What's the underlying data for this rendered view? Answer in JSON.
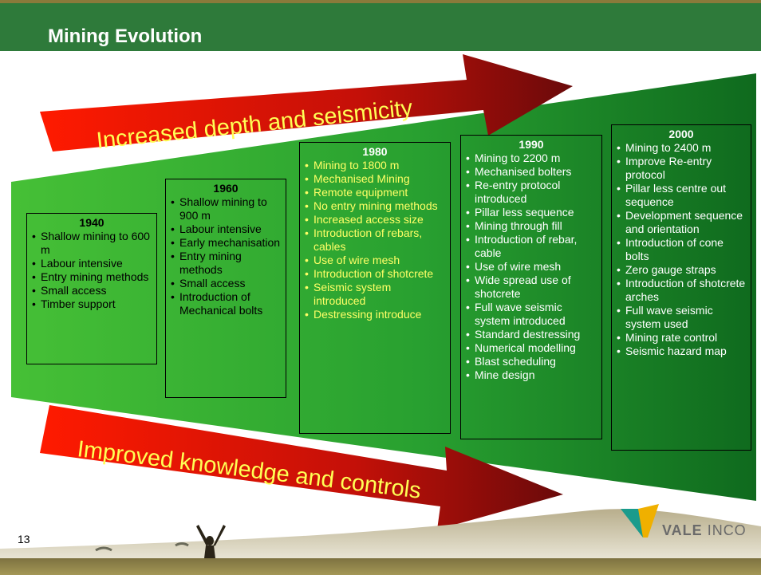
{
  "header": {
    "title": "Mining Evolution"
  },
  "top_arrow": {
    "text": "Increased depth and seismicity"
  },
  "bottom_arrow": {
    "text": "Improved knowledge and controls"
  },
  "page_number": "13",
  "logo": {
    "brand": "VALE",
    "sub": "INCO"
  },
  "eras": [
    {
      "year": "1940",
      "items": [
        "Shallow mining to 600 m",
        "Labour intensive",
        "Entry mining methods",
        "Small access",
        "Timber support"
      ]
    },
    {
      "year": "1960",
      "items": [
        "Shallow mining to 900 m",
        "Labour intensive",
        "Early mechanisation",
        "Entry mining methods",
        "Small access",
        "Introduction of Mechanical bolts"
      ]
    },
    {
      "year": "1980",
      "items": [
        "Mining to 1800 m",
        "Mechanised Mining",
        "Remote equipment",
        "No entry mining methods",
        "Increased access size",
        "Introduction of rebars, cables",
        "Use of wire mesh",
        "Introduction of shotcrete",
        "Seismic system introduced",
        "Destressing introduce"
      ]
    },
    {
      "year": "1990",
      "items": [
        "Mining to 2200 m",
        "Mechanised bolters",
        "Re-entry protocol introduced",
        "Pillar less sequence",
        "Mining through fill",
        "Introduction of rebar, cable",
        "Use of wire mesh",
        " Wide spread use of shotcrete",
        "Full wave seismic system introduced",
        "Standard destressing",
        "Numerical modelling",
        "Blast scheduling",
        "Mine design"
      ]
    },
    {
      "year": "2000",
      "items": [
        "Mining to 2400 m",
        "Improve Re-entry protocol",
        "Pillar less centre out sequence",
        "Development sequence and orientation",
        "Introduction of cone bolts",
        "Zero gauge straps",
        "Introduction of shotcrete arches",
        "Full wave seismic system used",
        "Mining rate control",
        "Seismic hazard map"
      ]
    }
  ]
}
